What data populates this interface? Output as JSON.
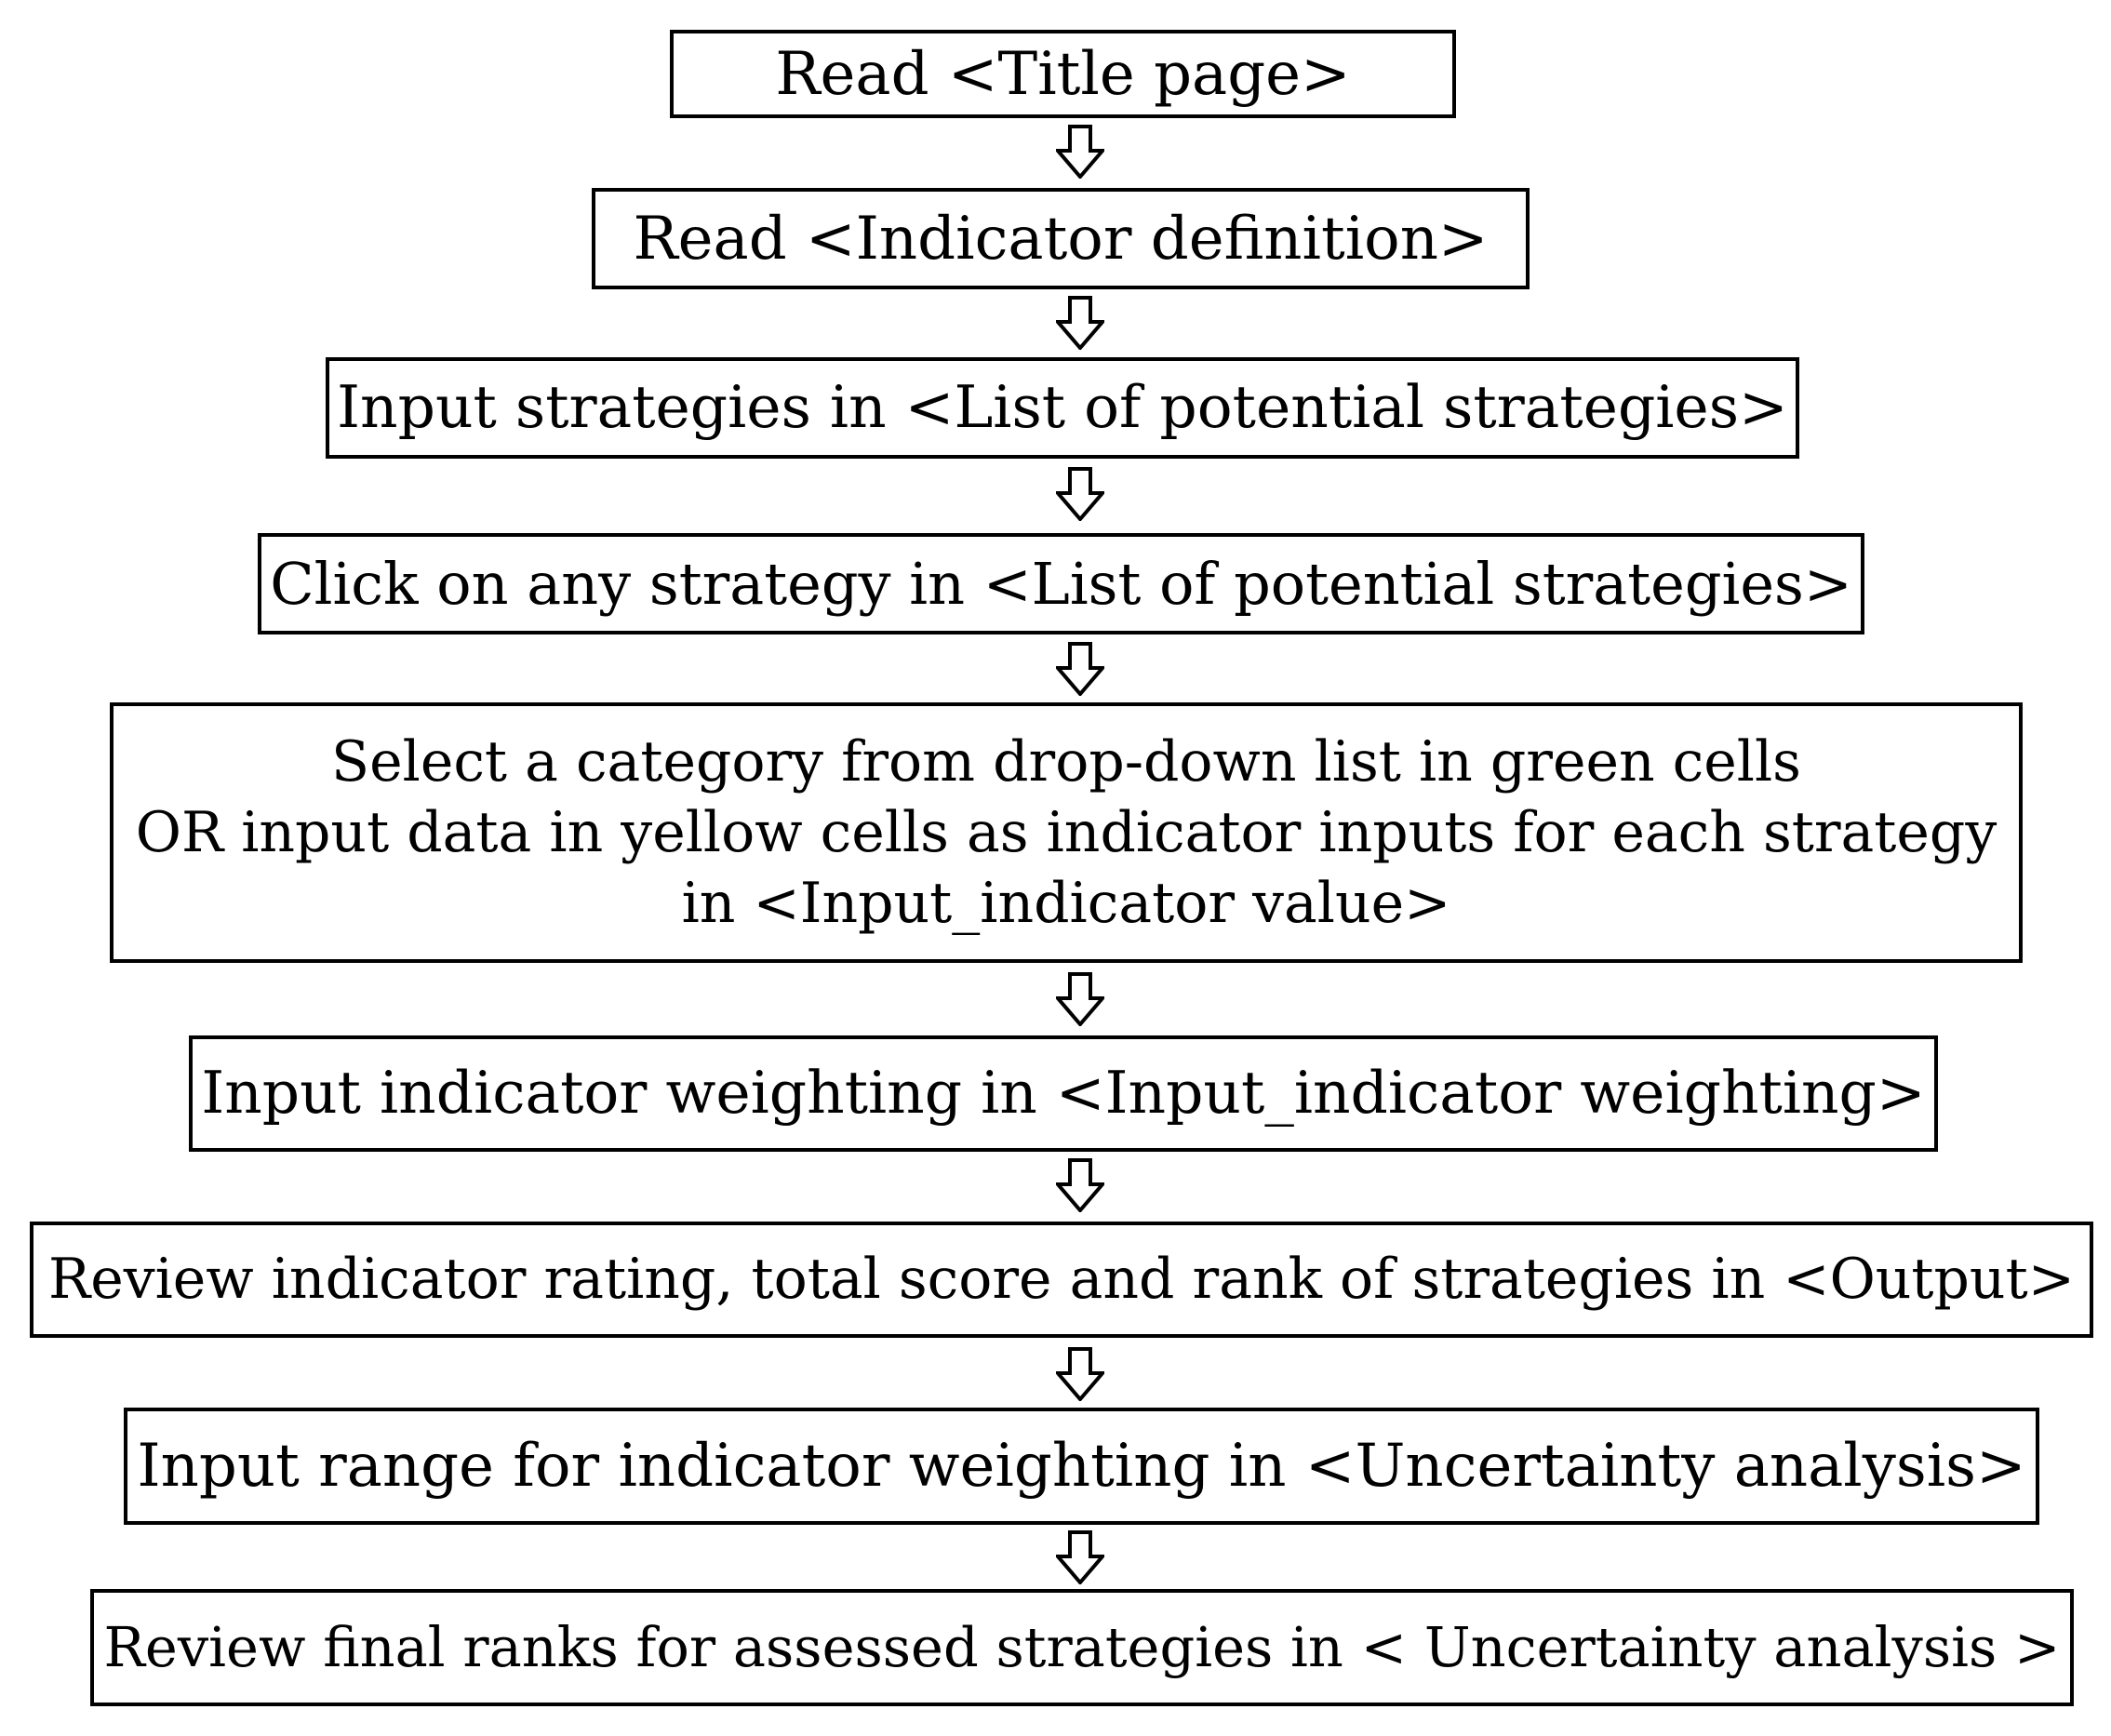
{
  "flowchart": {
    "steps": [
      {
        "label": "Read <Title page>"
      },
      {
        "label": "Read <Indicator definition>"
      },
      {
        "label": "Input strategies in <List of potential strategies>"
      },
      {
        "label": "Click on any strategy in <List of potential strategies>"
      },
      {
        "lines": [
          "Select a category from drop-down list in green cells",
          "OR input data in yellow cells as indicator inputs for each strategy",
          "in <Input_indicator value>"
        ]
      },
      {
        "label": "Input indicator weighting in <Input_indicator weighting>"
      },
      {
        "label": "Review indicator rating, total score and rank of strategies in <Output>"
      },
      {
        "label": "Input range for indicator weighting in <Uncertainty analysis>"
      },
      {
        "label": "Review final ranks for assessed strategies in < Uncertainty analysis >"
      }
    ],
    "arrow_icon": "down-arrow-icon",
    "colors": {
      "border": "#000000",
      "background": "#ffffff",
      "text": "#000000"
    }
  }
}
